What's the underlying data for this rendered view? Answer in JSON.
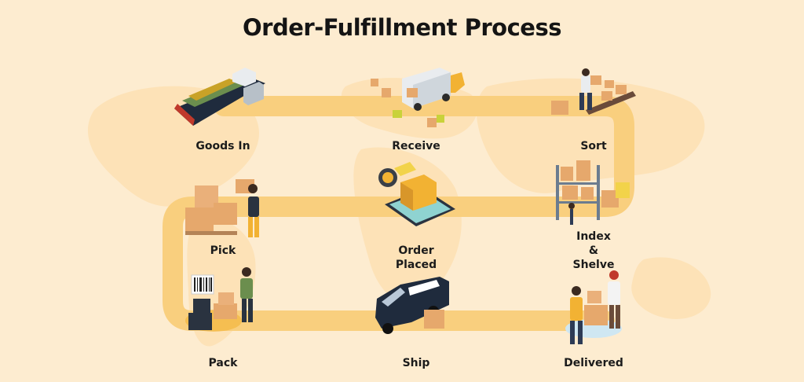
{
  "title": "Order-Fulfillment Process",
  "steps": {
    "goods_in": "Goods In",
    "receive": "Receive",
    "sort": "Sort",
    "index_shelve": [
      "Index",
      "&",
      "Shelve"
    ],
    "order_placed": [
      "Order",
      "Placed"
    ],
    "pick": "Pick",
    "pack": "Pack",
    "ship": "Ship",
    "delivered": "Delivered"
  },
  "colors": {
    "background": "#fdecd0",
    "path": "#f9cf7e",
    "map": "#fde5bf",
    "box": "#e6a86c"
  }
}
